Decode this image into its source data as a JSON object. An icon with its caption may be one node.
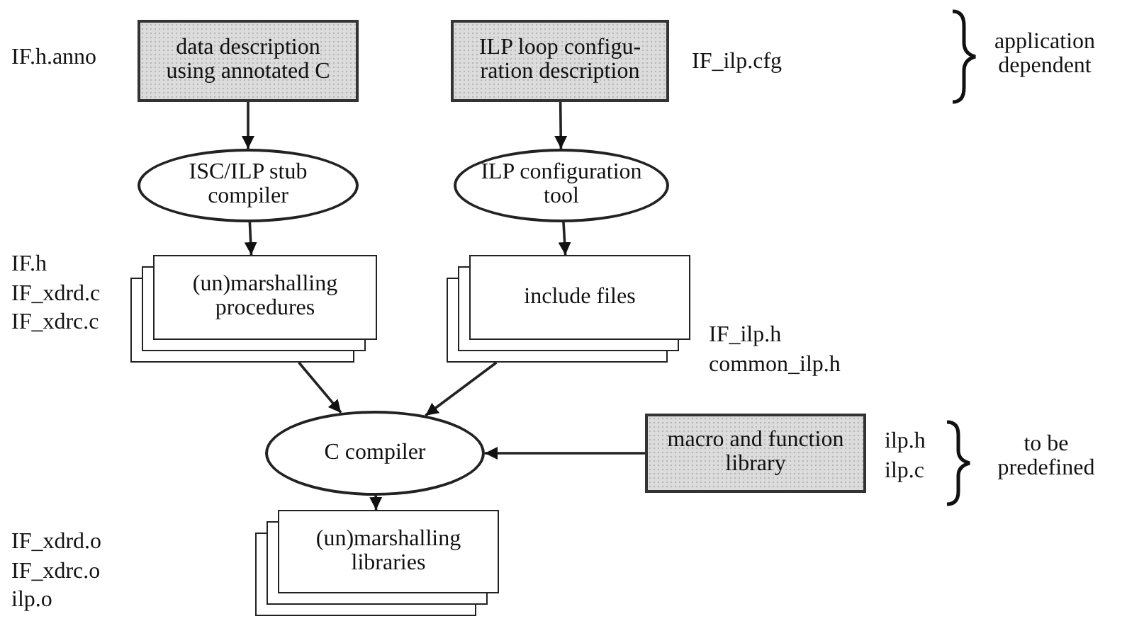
{
  "diagram": {
    "nodes": [
      {
        "text": [
          "data description using annotated C"
        ],
        "beside": [
          "IF.h.anno"
        ]
      },
      {
        "text": [
          "ILP loop configu- ration description"
        ],
        "beside": [
          "IF_ilp.cfg"
        ]
      },
      {
        "text": [
          "ISC/ILP stub compiler"
        ]
      },
      {
        "text": [
          "ILP configuration tool"
        ]
      },
      {
        "text": [
          "(un)marshalling procedures"
        ],
        "beside": [
          "IF.h",
          "IF_xdrd.c",
          "IF_xdrc.c"
        ]
      },
      {
        "text": [
          "include files"
        ],
        "beside": [
          "IF_ilp.h",
          "common_ilp.h"
        ]
      },
      {
        "text": [
          "C compiler"
        ]
      },
      {
        "text": [
          "macro and function library"
        ],
        "beside": [
          "ilp.h",
          "ilp.c"
        ]
      },
      {
        "text": [
          "(un)marshalling libraries"
        ],
        "beside": [
          "IF_xdrd.o",
          "IF_xdrc.o",
          "ilp.o"
        ]
      }
    ],
    "edges": [
      {
        "from": 0,
        "to": 2,
        "arrow": "to"
      },
      {
        "from": 1,
        "to": 3,
        "arrow": "to"
      },
      {
        "from": 2,
        "to": 4,
        "arrow": "to"
      },
      {
        "from": 3,
        "to": 5,
        "arrow": "to"
      },
      {
        "from": 4,
        "to": 6,
        "arrow": "to"
      },
      {
        "from": 5,
        "to": 6,
        "arrow": "to"
      },
      {
        "from": 7,
        "to": 6,
        "arrow": "to"
      },
      {
        "from": 6,
        "to": 8,
        "arrow": "to"
      }
    ],
    "labels": [
      "application dependent",
      "to be predefined"
    ]
  }
}
